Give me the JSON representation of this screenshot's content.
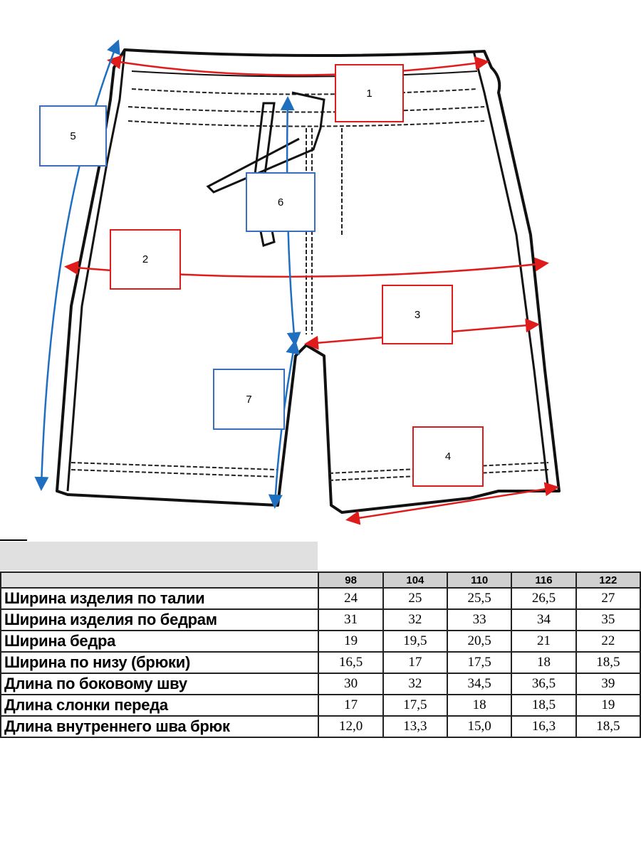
{
  "diagram": {
    "labels": [
      {
        "id": "1",
        "color": "red"
      },
      {
        "id": "2",
        "color": "red"
      },
      {
        "id": "3",
        "color": "red"
      },
      {
        "id": "4",
        "color": "red"
      },
      {
        "id": "5",
        "color": "blue"
      },
      {
        "id": "6",
        "color": "blue"
      },
      {
        "id": "7",
        "color": "blue"
      }
    ],
    "colors": {
      "red": "#e01b1b",
      "blue": "#1f6fc0"
    }
  },
  "table": {
    "sizes": [
      "98",
      "104",
      "110",
      "116",
      "122"
    ],
    "rows": [
      {
        "name": "Ширина изделия по талии",
        "values": [
          "24",
          "25",
          "25,5",
          "26,5",
          "27"
        ]
      },
      {
        "name": "Ширина изделия по бедрам",
        "values": [
          "31",
          "32",
          "33",
          "34",
          "35"
        ]
      },
      {
        "name": "Ширина бедра",
        "values": [
          "19",
          "19,5",
          "20,5",
          "21",
          "22"
        ]
      },
      {
        "name": "Ширина по низу (брюки)",
        "values": [
          "16,5",
          "17",
          "17,5",
          "18",
          "18,5"
        ]
      },
      {
        "name": "Длина по боковому шву",
        "values": [
          "30",
          "32",
          "34,5",
          "36,5",
          "39"
        ]
      },
      {
        "name": "Длина слонки переда",
        "values": [
          "17",
          "17,5",
          "18",
          "18,5",
          "19"
        ]
      },
      {
        "name": "Длина внутреннего шва брюк",
        "values": [
          "12,0",
          "13,3",
          "15,0",
          "16,3",
          "18,5"
        ]
      }
    ]
  }
}
